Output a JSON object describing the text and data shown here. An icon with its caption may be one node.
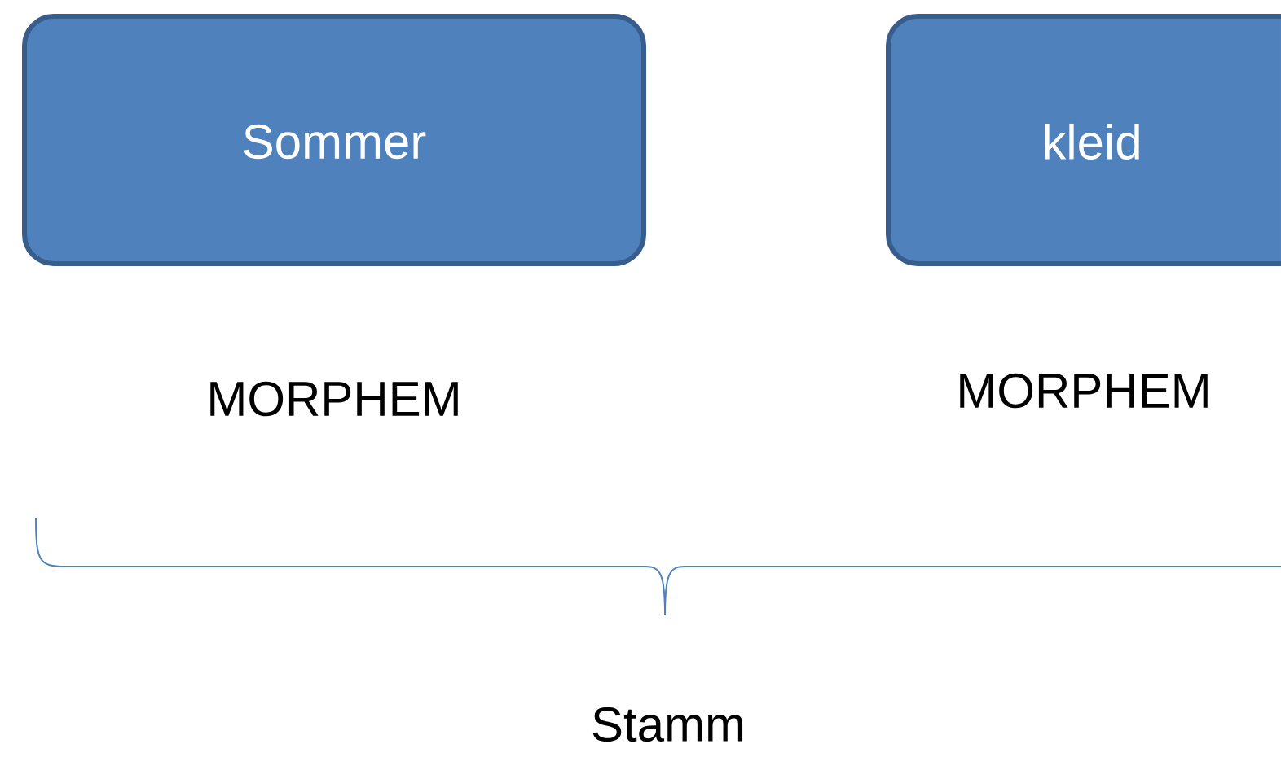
{
  "diagram": {
    "nodes": [
      {
        "text": [
          "Sommer"
        ],
        "beside": [
          "MORPHEM"
        ]
      },
      {
        "text": [
          "kleid"
        ],
        "beside": [
          "MORPHEM"
        ]
      }
    ],
    "labels": [
      "Stamm"
    ]
  }
}
